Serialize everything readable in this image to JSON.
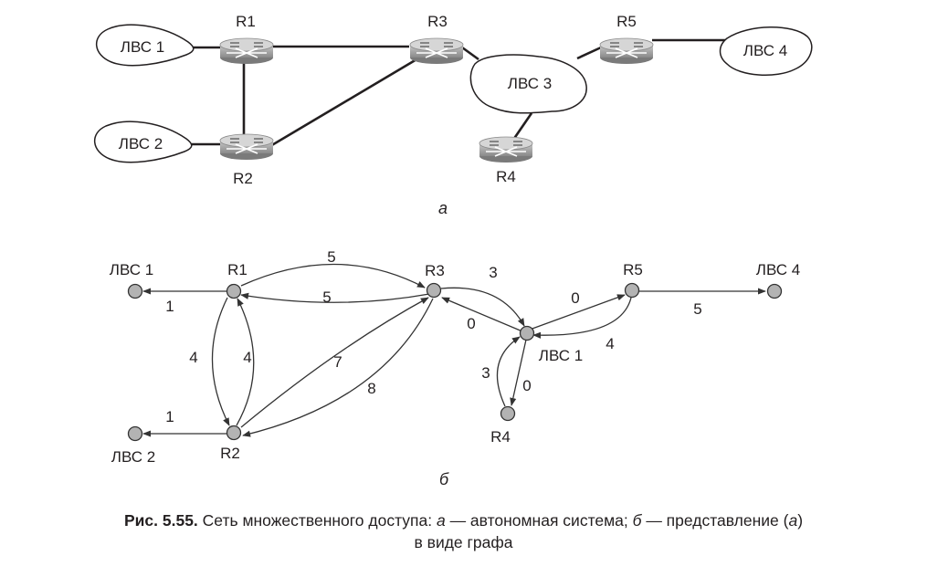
{
  "diagram_a": {
    "routers": {
      "r1": "R1",
      "r2": "R2",
      "r3": "R3",
      "r4": "R4",
      "r5": "R5"
    },
    "lans": {
      "lan1": "ЛВС 1",
      "lan2": "ЛВС 2",
      "lan3": "ЛВС 3",
      "lan4": "ЛВС 4"
    },
    "sublabel": "а"
  },
  "diagram_b": {
    "nodes": {
      "lan1": "ЛВС 1",
      "lan2": "ЛВС 2",
      "lan4": "ЛВС 4",
      "lan1_center": "ЛВС 1",
      "r1": "R1",
      "r2": "R2",
      "r3": "R3",
      "r4": "R4",
      "r5": "R5"
    },
    "weights": {
      "r1_lan1": "1",
      "r2_lan2": "1",
      "r1_r3": "5",
      "r3_r1": "5",
      "r1_r2": "4",
      "r2_r1": "4",
      "r2_r3": "7",
      "r3_r2": "8",
      "r3_lan": "3",
      "lan_r3": "0",
      "lan_r5": "0",
      "r5_lan": "4",
      "r5_lan4": "5",
      "lan_r4": "0",
      "r4_lan": "3"
    },
    "sublabel": "б"
  },
  "caption": {
    "fig_label": "Рис. 5.55.",
    "text_1": "Сеть множественного доступа: ",
    "a_letter": "а",
    "text_2": " — автономная система; ",
    "b_letter": "б",
    "text_3": " — представление (",
    "a_letter_2": "а",
    "text_4": ")",
    "line_2": "в виде графа"
  }
}
